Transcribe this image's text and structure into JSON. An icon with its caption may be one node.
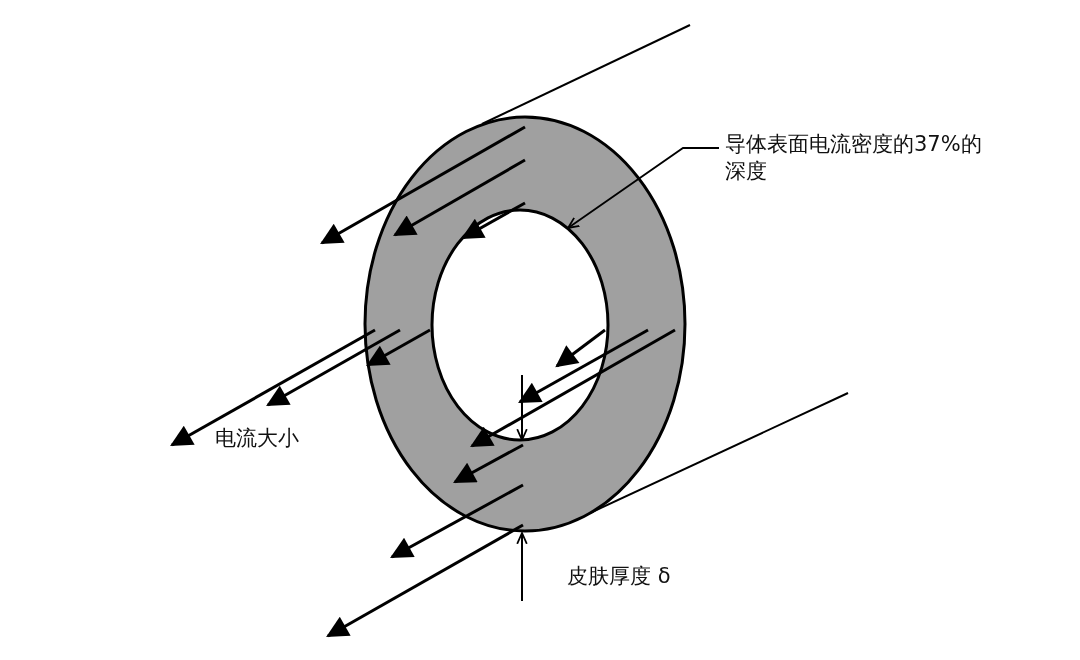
{
  "diagram": {
    "nodes": [
      {
        "text": [
          "导体表面电流密度的37%的深度"
        ]
      },
      {
        "text": [],
        "shape": "circle"
      }
    ],
    "edges": [
      {
        "from": 0,
        "to": 1,
        "arrow": "to"
      }
    ],
    "labels": [
      "电流大小",
      "皮肤厚度 δ"
    ]
  }
}
